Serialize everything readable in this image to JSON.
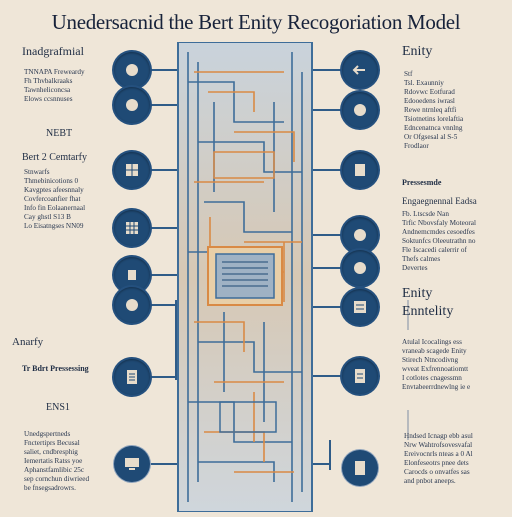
{
  "title": "Unedersacnid the Bert Enity Recogoriation Model",
  "left": {
    "heading1": "Inadgrafmial",
    "para1": "TNNAPA Freweardy\nFh Thvbalkraaks\nTawnheliconcsa\nElows ccsnnuses",
    "heading2": "NEBT",
    "heading3": "Bert 2 Cemtarfy",
    "para2": "Stnwarfs\nThmebinicotions 0\nKavgptes afeesnnaly\nCovfercoanfier fhat\nInfo fin Eolaanernaal\nCay ghstl S13 B\nLo Eisatngses NN09",
    "heading4": "Anarfy",
    "heading5": "Tr Bdrt Pressessing",
    "heading6": "ENS1",
    "para3": "Unedgspertneds\nFnctertiprs Becusal\nsaliet, cndbresphig\nIemertatis Ratss yoe\nAphanstfamlibic 25c\nsep cornchun diwrieed\nbe fnsegsadrowrs."
  },
  "right": {
    "heading1": "Enity",
    "para1": "Stf\nTsl. Exaunniy\nRdovwc Eotfurad\nEdooedens iwrasl\nRewe ntrnleq aftfi\nTsiotnetins lorelaftia\nEdncenatnca vnnlng\nOr Ofgsesal al S-5\nFrodlaor",
    "heading2": "Pressesmde",
    "heading3": "Engaegnennal Eadsa",
    "para2": "Fb. Ltscsde Nan\nTrfic Nbovsfaly Moteoral\nAndnemcmdes cesoedfes\nSoktunfcs Oleeutrathn no\nFle Iscacedi calerrir of\nThefs calmes\nDevertes",
    "heading4": "Enity",
    "heading5": "Enntelity",
    "para3": "Atulal Icocalings ess\nvraneab scagede Enity\nStirech Ntncodivng\nwveat Exfrennoatiomtt\nI cotlotes cnagessmn\nEnvtabeerrdnewlng ie e",
    "para4": "Hndsed Icnagp ebb asul\nNrw Wahtrofsovesvafal\nEreivocnrls nteas a 0 Al\nElonfeseotrs pnee dets\nCarocds o onvatfes sas\nand pnbot aneeps."
  },
  "icons": {
    "left": [
      "globe-icon",
      "globe-icon",
      "globe-icon",
      "grid-icon",
      "grid-icon",
      "grid-icon",
      "document-icon",
      "computer-icon"
    ],
    "right": [
      "arrow-left-icon",
      "globe-icon",
      "document-icon",
      "globe-icon",
      "globe-icon",
      "chart-icon",
      "document-icon",
      "document-icon"
    ]
  },
  "colors": {
    "background": "#efe6d8",
    "accent": "#1f4a75",
    "circuit_orange": "#d98a45",
    "circuit_blue": "#3e6d99"
  }
}
